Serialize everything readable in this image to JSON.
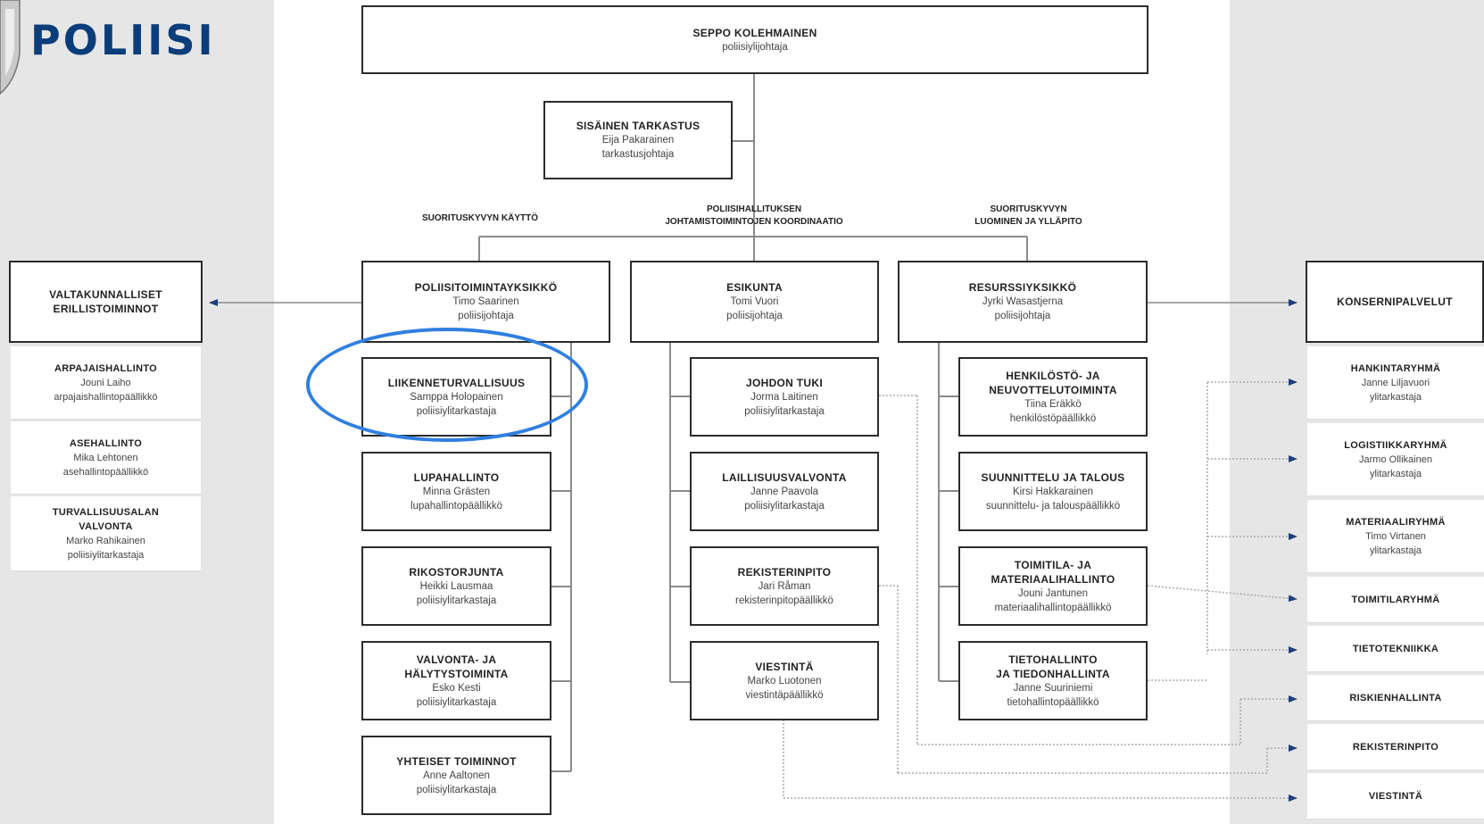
{
  "logo": {
    "text": "POLIISI",
    "emblem": "police-badge-emblem"
  },
  "colors": {
    "logo_blue": "#0a3d7a",
    "highlight": "#2f7fe0",
    "arrow": "#1e3f7a",
    "side_panel": "#e6e6e6"
  },
  "top": {
    "title": "SEPPO KOLEHMAINEN",
    "role": "poliisiylijohtaja"
  },
  "audit": {
    "title": "SISÄINEN TARKASTUS",
    "name": "Eija Pakarainen",
    "role": "tarkastusjohtaja"
  },
  "captions": {
    "left": "SUORITUSKYVYN KÄYTTÖ",
    "center_l1": "POLIISIHALLITUKSEN",
    "center_l2": "JOHTAMISTOIMINTOJEN KOORDINAATIO",
    "right_l1": "SUORITUSKYVYN",
    "right_l2": "LUOMINEN JA YLLÄPITO"
  },
  "units": {
    "police_ops": {
      "title": "POLIISITOIMINTAYKSIKKÖ",
      "name": "Timo Saarinen",
      "role": "poliisijohtaja"
    },
    "staff": {
      "title": "ESIKUNTA",
      "name": "Tomi Vuori",
      "role": "poliisijohtaja"
    },
    "resources": {
      "title": "RESURSSIYKSIKKÖ",
      "name": "Jyrki Wasastjerna",
      "role": "poliisijohtaja"
    }
  },
  "col_ops": [
    {
      "title": "LIIKENNETURVALLISUUS",
      "name": "Samppa Holopainen",
      "role": "poliisiylitarkastaja"
    },
    {
      "title": "LUPAHALLINTO",
      "name": "Minna Grästen",
      "role": "lupahallintopäällikkö"
    },
    {
      "title": "RIKOSTORJUNTA",
      "name": "Heikki Lausmaa",
      "role": "poliisiylitarkastaja"
    },
    {
      "title": "VALVONTA- JA",
      "title2": "HÄLYTYSTOIMINTA",
      "name": "Esko Kesti",
      "role": "poliisiylitarkastaja"
    },
    {
      "title": "YHTEISET TOIMINNOT",
      "name": "Anne Aaltonen",
      "role": "poliisiylitarkastaja"
    }
  ],
  "col_staff": [
    {
      "title": "JOHDON TUKI",
      "name": "Jorma Laitinen",
      "role": "poliisiylitarkastaja"
    },
    {
      "title": "LAILLISUUSVALVONTA",
      "name": "Janne Paavola",
      "role": "poliisiylitarkastaja"
    },
    {
      "title": "REKISTERINPITO",
      "name": "Jari Råman",
      "role": "rekisterinpitopäällikkö"
    },
    {
      "title": "VIESTINTÄ",
      "name": "Marko Luotonen",
      "role": "viestintäpäällikkö"
    }
  ],
  "col_res": [
    {
      "title": "HENKILÖSTÖ- JA",
      "title2": "NEUVOTTELUTOIMINTA",
      "name": "Tiina Eräkkö",
      "role": "henkilöstöpäällikkö"
    },
    {
      "title": "SUUNNITTELU JA TALOUS",
      "name": "Kirsi Hakkarainen",
      "role": "suunnittelu- ja talouspäällikkö"
    },
    {
      "title": "TOIMITILA- JA",
      "title2": "MATERIAALIHALLINTO",
      "name": "Jouni Jantunen",
      "role": "materiaalihallintopäällikkö"
    },
    {
      "title": "TIETOHALLINTO",
      "title2": "JA TIEDONHALLINTA",
      "name": "Janne Suuriniemi",
      "role": "tietohallintopäällikkö"
    }
  ],
  "national": {
    "header_l1": "VALTAKUNNALLISET",
    "header_l2": "ERILLISTOIMINNOT",
    "items": [
      {
        "title": "ARPAJAISHALLINTO",
        "name": "Jouni Laiho",
        "role": "arpajaishallintopäällikkö"
      },
      {
        "title": "ASEHALLINTO",
        "name": "Mika Lehtonen",
        "role": "asehallintopäällikkö"
      },
      {
        "title": "TURVALLISUUSALAN",
        "title2": "VALVONTA",
        "name": "Marko Rahikainen",
        "role": "poliisiylitarkastaja"
      }
    ]
  },
  "group": {
    "header": "KONSERNIPALVELUT",
    "items": [
      {
        "title": "HANKINTARYHMÄ",
        "name": "Janne Liljavuori",
        "role": "ylitarkastaja"
      },
      {
        "title": "LOGISTIIKKARYHMÄ",
        "name": "Jarmo Ollikainen",
        "role": "ylitarkastaja"
      },
      {
        "title": "MATERIAALIRYHMÄ",
        "name": "Timo Virtanen",
        "role": "ylitarkastaja"
      },
      {
        "title": "TOIMITILARYHMÄ"
      },
      {
        "title": "TIETOTEKNIIKKA"
      },
      {
        "title": "RISKIENHALLINTA"
      },
      {
        "title": "REKISTERINPITO"
      },
      {
        "title": "VIESTINTÄ"
      }
    ]
  }
}
